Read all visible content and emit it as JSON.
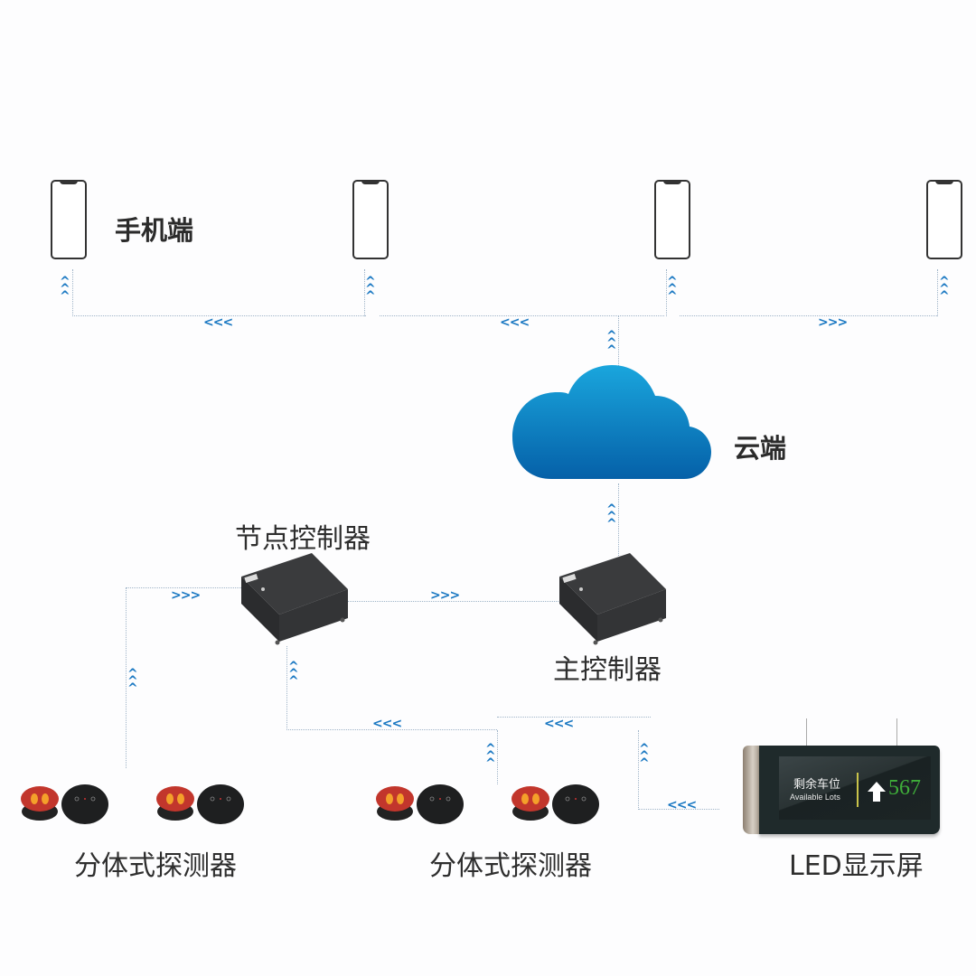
{
  "diagram": {
    "title_mobile": "手机端",
    "title_cloud": "云端",
    "node_controller_label": "节点控制器",
    "main_controller_label": "主控制器",
    "detector_group_1_label": "分体式探测器",
    "detector_group_2_label": "分体式探测器",
    "led_display_label": "LED显示屏",
    "led_screen": {
      "line1": "剩余车位",
      "line2": "Available Lots",
      "count": "567",
      "count_color": "#3fae3a"
    },
    "arrows": {
      "left": "<<<",
      "right": ">>>",
      "up": [
        "^",
        "^",
        "^"
      ]
    },
    "colors": {
      "arrow": "#1a78c2",
      "cloud_top": "#1aa6dd",
      "cloud_bottom": "#0560a8",
      "connector": "#9fb4c8"
    },
    "nodes": [
      {
        "id": "phone-1",
        "type": "mobile"
      },
      {
        "id": "phone-2",
        "type": "mobile"
      },
      {
        "id": "phone-3",
        "type": "mobile"
      },
      {
        "id": "phone-4",
        "type": "mobile"
      },
      {
        "id": "cloud",
        "type": "cloud"
      },
      {
        "id": "main-controller",
        "type": "controller"
      },
      {
        "id": "node-controller",
        "type": "controller"
      },
      {
        "id": "detectors-1",
        "type": "detector-pair",
        "count": 2
      },
      {
        "id": "detectors-2",
        "type": "detector-pair",
        "count": 2
      },
      {
        "id": "led-display",
        "type": "display"
      }
    ]
  }
}
